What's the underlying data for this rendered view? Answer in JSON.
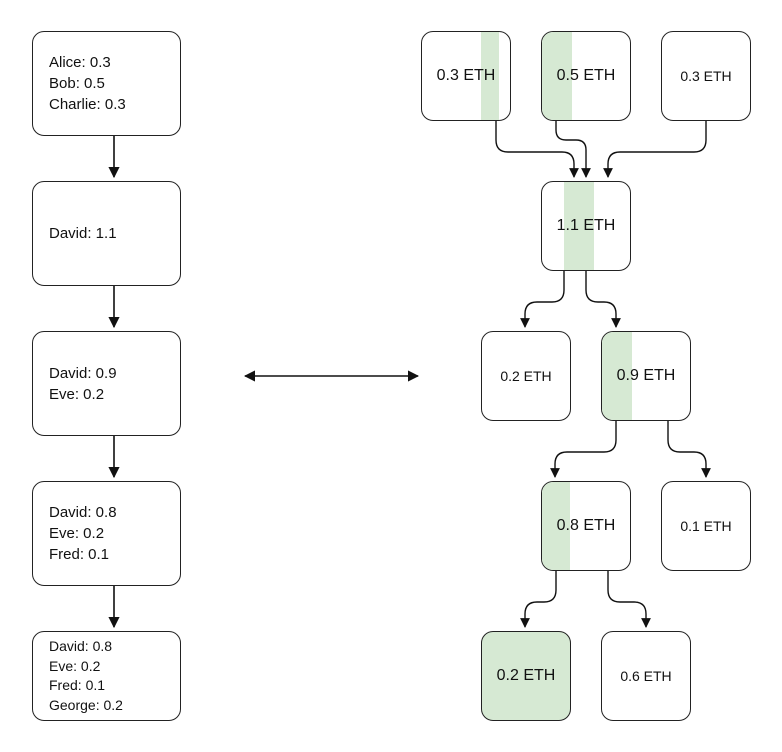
{
  "ledger": [
    {
      "lines": [
        "Alice: 0.3",
        "Bob: 0.5",
        "Charlie: 0.3"
      ]
    },
    {
      "lines": [
        "David: 1.1"
      ]
    },
    {
      "lines": [
        "David: 0.9",
        "Eve: 0.2"
      ]
    },
    {
      "lines": [
        "David: 0.8",
        "Eve: 0.2",
        "Fred: 0.1"
      ]
    },
    {
      "lines": [
        "David: 0.8",
        "Eve: 0.2",
        "Fred: 0.1",
        "George: 0.2"
      ]
    }
  ],
  "coins": [
    {
      "id": "a",
      "label": "0.3 ETH",
      "highlight": "stripe"
    },
    {
      "id": "b",
      "label": "0.5 ETH",
      "highlight": "stripe"
    },
    {
      "id": "c",
      "label": "0.3 ETH",
      "highlight": "none"
    },
    {
      "id": "d",
      "label": "1.1 ETH",
      "highlight": "stripe"
    },
    {
      "id": "e",
      "label": "0.2 ETH",
      "highlight": "none"
    },
    {
      "id": "f",
      "label": "0.9 ETH",
      "highlight": "stripe"
    },
    {
      "id": "g",
      "label": "0.8 ETH",
      "highlight": "stripe"
    },
    {
      "id": "h",
      "label": "0.1 ETH",
      "highlight": "none"
    },
    {
      "id": "i",
      "label": "0.2 ETH",
      "highlight": "full"
    },
    {
      "id": "j",
      "label": "0.6 ETH",
      "highlight": "none"
    }
  ],
  "highlight_color": "#d6e9d3",
  "stroke_color": "#222222"
}
